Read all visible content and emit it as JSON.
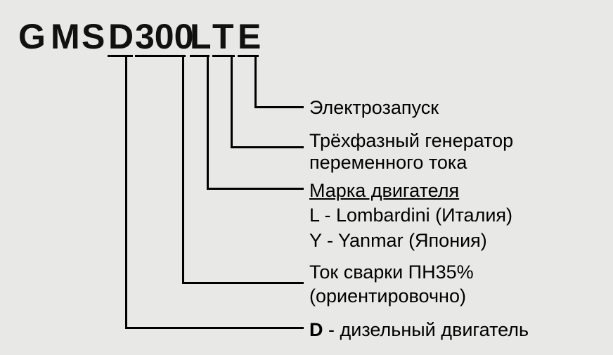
{
  "code": {
    "prefix": [
      "G",
      "M",
      "S"
    ],
    "letter_d": "D",
    "current": "300",
    "letter_l": "L",
    "letter_t": "T",
    "letter_e": "E"
  },
  "descriptions": {
    "electric_start": "Электрозапуск",
    "generator_line1": "Трёхфазный генератор",
    "generator_line2": "переменного тока",
    "engine_brand_title": "Марка двигателя",
    "engine_brand_l": "L - Lombardini (Италия)",
    "engine_brand_y": "Y - Yanmar (Япония)",
    "current_line1": "Ток сварки ПН35%",
    "current_line2": "(ориентировочно)",
    "diesel_letter": "D",
    "diesel_text": " - дизельный двигатель"
  }
}
